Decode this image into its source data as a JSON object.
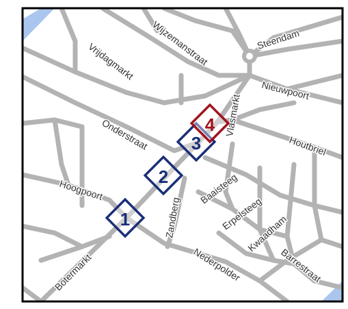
{
  "colors": {
    "road": "#b3b3b3",
    "water": "#aac6ee",
    "frame": "#000000",
    "marker_default": "#1a2f78",
    "marker_active": "#a0141e"
  },
  "streets": {
    "steendam": "Steendam",
    "wijzemanstraat": "Wijzemanstraat",
    "vrijdagmarkt": "Vrijdagmarkt",
    "nieuwpoort": "Nieuwpoort",
    "vlasmarkt": "Vlasmarkt",
    "onderstraat": "Onderstraat",
    "houtbriel": "Houtbriel",
    "baaisteeg": "Baaisteeg",
    "hoogpoort": "Hoogpoort",
    "erpelsteeg": "Erpelsteeg",
    "zandberg": "Zandberg",
    "kwaadham": "Kwaadham",
    "botermarkt": "Botermarkt",
    "nederpolder": "Nederpolder",
    "barrestraat": "Barrestraat"
  },
  "markers": [
    {
      "label": "1",
      "state": "default"
    },
    {
      "label": "2",
      "state": "default"
    },
    {
      "label": "3",
      "state": "default"
    },
    {
      "label": "4",
      "state": "active"
    }
  ]
}
